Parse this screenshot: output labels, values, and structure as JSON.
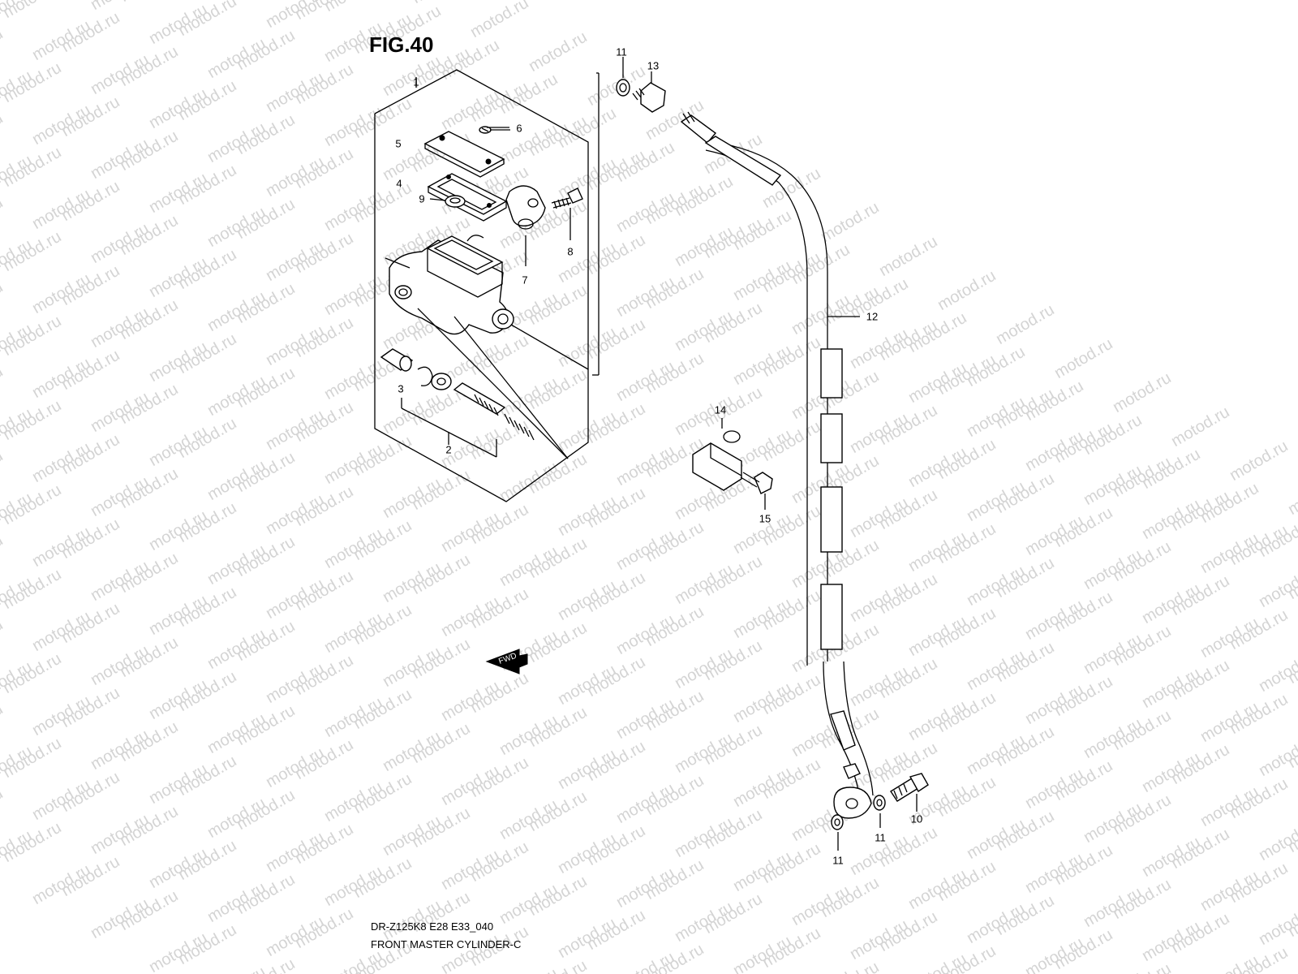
{
  "figure": {
    "title": "FIG.40",
    "code": "DR-Z125K8 E28 E33_040",
    "name": "FRONT MASTER CYLINDER-C"
  },
  "watermark": "motod.ru",
  "fwd_label": "FWD",
  "callouts": {
    "c1": "1",
    "c2": "2",
    "c3": "3",
    "c4": "4",
    "c5": "5",
    "c6": "6",
    "c7": "7",
    "c8": "8",
    "c9": "9",
    "c10": "10",
    "c11a": "11",
    "c11b": "11",
    "c11c": "11",
    "c12": "12",
    "c13": "13",
    "c14": "14",
    "c15": "15"
  },
  "colors": {
    "line": "#000000",
    "watermark": "#d4d4d4",
    "background": "#ffffff"
  }
}
